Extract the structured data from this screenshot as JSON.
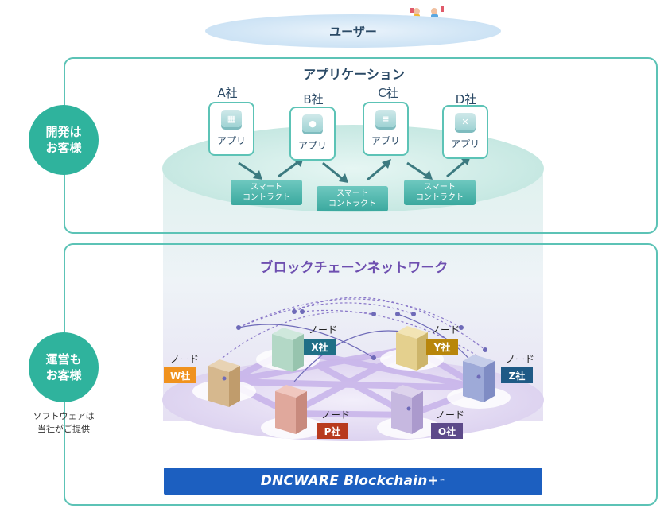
{
  "user": {
    "label": "ユーザー",
    "icon": "people-icon"
  },
  "dev_circle": {
    "line1": "開発は",
    "line2": "お客様"
  },
  "ops_circle": {
    "line1": "運営も",
    "line2": "お客様"
  },
  "note": {
    "line1": "ソフトウェアは",
    "line2": "当社がご提供"
  },
  "application": {
    "title": "アプリケーション",
    "companies": [
      {
        "name": "A社",
        "app": "アプリ"
      },
      {
        "name": "B社",
        "app": "アプリ"
      },
      {
        "name": "C社",
        "app": "アプリ"
      },
      {
        "name": "D社",
        "app": "アプリ"
      }
    ],
    "contracts": [
      {
        "line1": "スマート",
        "line2": "コントラクト"
      },
      {
        "line1": "スマート",
        "line2": "コントラクト"
      },
      {
        "line1": "スマート",
        "line2": "コントラクト"
      }
    ]
  },
  "blockchain": {
    "title": "ブロックチェーンネットワーク",
    "node_label": "ノード",
    "nodes": [
      {
        "tag": "W社",
        "color": "#f0921e"
      },
      {
        "tag": "X社",
        "color": "#1f6f86"
      },
      {
        "tag": "Y社",
        "color": "#b8860b"
      },
      {
        "tag": "Z社",
        "color": "#1f5a86"
      },
      {
        "tag": "P社",
        "color": "#b83a1e"
      },
      {
        "tag": "O社",
        "color": "#5d4a8a"
      }
    ]
  },
  "brand": {
    "name": "DNCWARE Blockchain+",
    "mark": "™",
    "color": "#1c5fc0"
  }
}
